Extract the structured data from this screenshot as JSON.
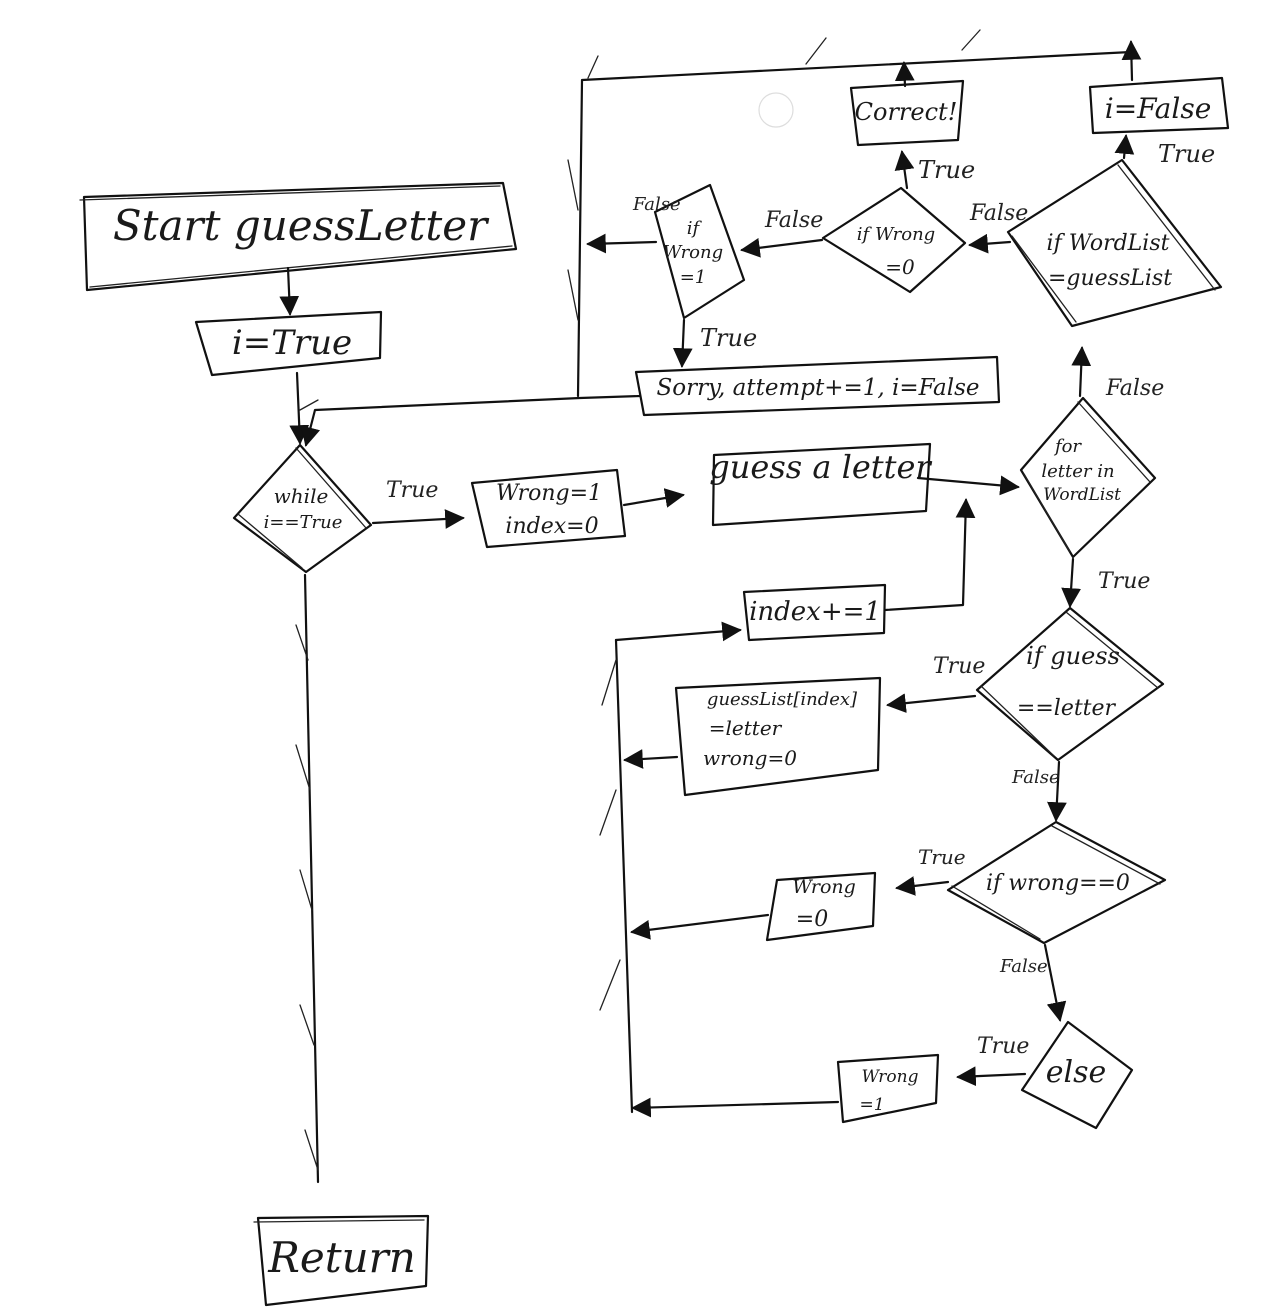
{
  "diagram": {
    "nodes": {
      "start": "Start guessLetter",
      "init": "i=True",
      "while": [
        "while",
        "i==True"
      ],
      "wrong_index": [
        "Wrong=1",
        "index=0"
      ],
      "guess": "guess a letter",
      "for": [
        "for",
        "letter in",
        "WordList"
      ],
      "if_guess": [
        "if guess",
        "==letter"
      ],
      "set_guess": [
        "guessList[index]",
        "=letter",
        "wrong=0"
      ],
      "if_wrong0_b": [
        "if wrong==0"
      ],
      "wrong0": [
        "Wrong",
        "=0"
      ],
      "else": "else",
      "wrong1": [
        "Wrong",
        "=1"
      ],
      "index_inc": "index+=1",
      "if_wordlist": [
        "if WordList",
        "=guessList"
      ],
      "i_false": "i=False",
      "if_wrong0_a": [
        "if Wrong",
        "=0"
      ],
      "correct": "Correct!",
      "if_wrong1": [
        "if",
        "Wrong",
        "=1"
      ],
      "sorry": "Sorry, attempt+=1, i=False",
      "return": "Return"
    },
    "edge_labels": {
      "while_true": "True",
      "for_false": "False",
      "for_true": "True",
      "ifguess_true": "True",
      "ifguess_false": "False",
      "ifwrong0b_true": "True",
      "ifwrong0b_false": "False",
      "else_true": "True",
      "ifwordlist_true": "True",
      "ifwordlist_false": "False",
      "ifwrong0a_true": "True",
      "ifwrong0a_false": "False",
      "ifwrong1_false": "False",
      "ifwrong1_true": "True"
    }
  }
}
